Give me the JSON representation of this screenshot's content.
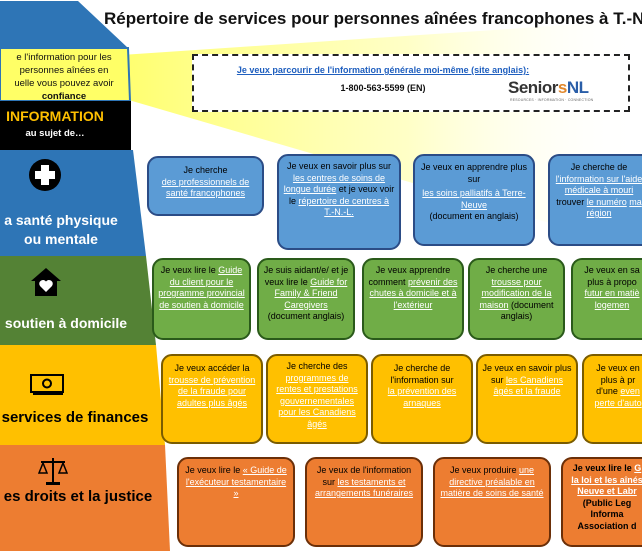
{
  "title": "Répertoire de services pour personnes aînées francophones à T.-N.-L.",
  "pyramid": {
    "top_text": [
      "e l'information pour les",
      "personnes aînées en",
      "uelle vous pouvez avoir",
      "confiance"
    ],
    "info_heading": "INFORMATION",
    "info_sub": "au sujet de…",
    "tiers": [
      {
        "label": [
          "a santé physique",
          "ou mentale"
        ],
        "icon": "medical-cross-icon",
        "color": "#2e75b6"
      },
      {
        "label": [
          "soutien à domicile"
        ],
        "icon": "home-heart-icon",
        "color": "#548235"
      },
      {
        "label": [
          "services de finances"
        ],
        "icon": "money-icon",
        "color": "#ffc000"
      },
      {
        "label": [
          "es droits et la justice"
        ],
        "icon": "scales-icon",
        "color": "#ed7d31"
      }
    ]
  },
  "info_box": {
    "link": "Je veux parcourir de l'information générale moi-même (site anglais):",
    "phone": "1-800-563-5599 (EN)",
    "logo_text": [
      "Senior",
      "s",
      "NL"
    ],
    "logo_sub": "RESOURCES · INFORMATION · CONNECTION"
  },
  "rows": {
    "health": [
      [
        "Je cherche",
        "des professionnels de santé francophones"
      ],
      [
        "Je veux en savoir plus sur",
        "les centres de soins de longue durée",
        "et je veux voir le",
        "répertoire de centres à T.-N.-L."
      ],
      [
        "Je veux en apprendre plus sur",
        "les soins palliatifs à Terre-Neuve",
        "(document en anglais)"
      ],
      [
        "Je cherche de",
        "l'information sur l'aide médicale à mouri",
        "trouver",
        "le numéro",
        "ma région"
      ]
    ],
    "home": [
      [
        "Je veux lire le",
        "Guide du client pour le programme provincial de soutien à domicile"
      ],
      [
        "Je suis aidant/e/ et je veux lire le",
        "Guide for Family & Friend Caregivers",
        "(document anglais)"
      ],
      [
        "Je veux apprendre comment",
        "prévenir des chutes à domicile et à l'extérieur"
      ],
      [
        "Je cherche une",
        "trousse pour modification de la maison",
        "(document anglais)"
      ],
      [
        "Je veux en sa",
        "plus à propo",
        "futur en matiè",
        "logemen"
      ]
    ],
    "finance": [
      [
        "Je veux accéder la",
        "trousse de prévention de la fraude pour adultes plus âgés"
      ],
      [
        "Je cherche des",
        "programmes de rentes et prestations gouvernementales pour les Canadiens âgés"
      ],
      [
        "Je cherche de l'information sur",
        "la prévention des arnaques"
      ],
      [
        "Je veux en savoir plus sur",
        "les Canadiens âgés et la fraude"
      ],
      [
        "Je veux en",
        "plus à pr",
        "d'une",
        "even",
        "perte d'auto"
      ]
    ],
    "justice": [
      [
        "Je veux  lire le",
        "« Guide de l'exécuteur testamentaire »"
      ],
      [
        "Je veux de l'information sur",
        "les testaments et arrangements funéraires"
      ],
      [
        "Je veux produire",
        "une directive préalable en matière de soins de santé"
      ],
      [
        "Je veux lire le",
        "G",
        "la loi et les aînés",
        "Neuve et Labr",
        "(Public Leg",
        "Informa",
        "Association d"
      ]
    ]
  },
  "colors": {
    "beam": "#ffff66",
    "card_blue": "#5b9bd5",
    "card_green": "#70ad47",
    "card_yellow": "#ffc000",
    "card_orange": "#ed7d31",
    "link": "#1f5fbf"
  }
}
